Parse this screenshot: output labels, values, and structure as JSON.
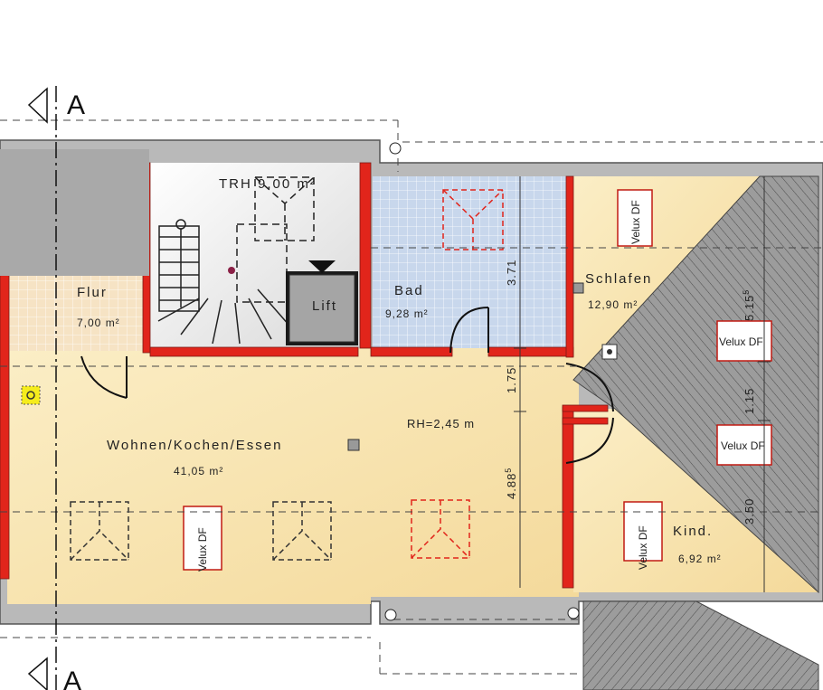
{
  "section_marks": {
    "top": "A",
    "bottom": "A"
  },
  "rooms": {
    "treppenhaus": {
      "label": "TRH 9,00 m²"
    },
    "flur": {
      "name": "Flur",
      "area": "7,00 m²"
    },
    "lift": {
      "label": "Lift"
    },
    "bad": {
      "name": "Bad",
      "area": "9,28 m²"
    },
    "schlafen": {
      "name": "Schlafen",
      "area": "12,90 m²"
    },
    "wohnen": {
      "name": "Wohnen/Kochen/Essen",
      "area": "41,05 m²"
    },
    "kind": {
      "name": "Kind.",
      "area": "6,92 m²"
    }
  },
  "room_height": "RH=2,45 m",
  "dimensions": {
    "d1": "3.71",
    "d2": "1.75",
    "d3": "4.88",
    "d3_sup": "5",
    "d4": "5.15",
    "d4_sup": "5",
    "d5": "1.15",
    "d6": "3.50"
  },
  "skylights": {
    "label": "Velux DF"
  },
  "colors": {
    "wall_red": "#e1251b",
    "living_floor": "#f7e3a4",
    "bath_tile": "#c8d7ec",
    "roof_grey": "#9a9a9a",
    "wall_grey": "#b5b5b5"
  }
}
